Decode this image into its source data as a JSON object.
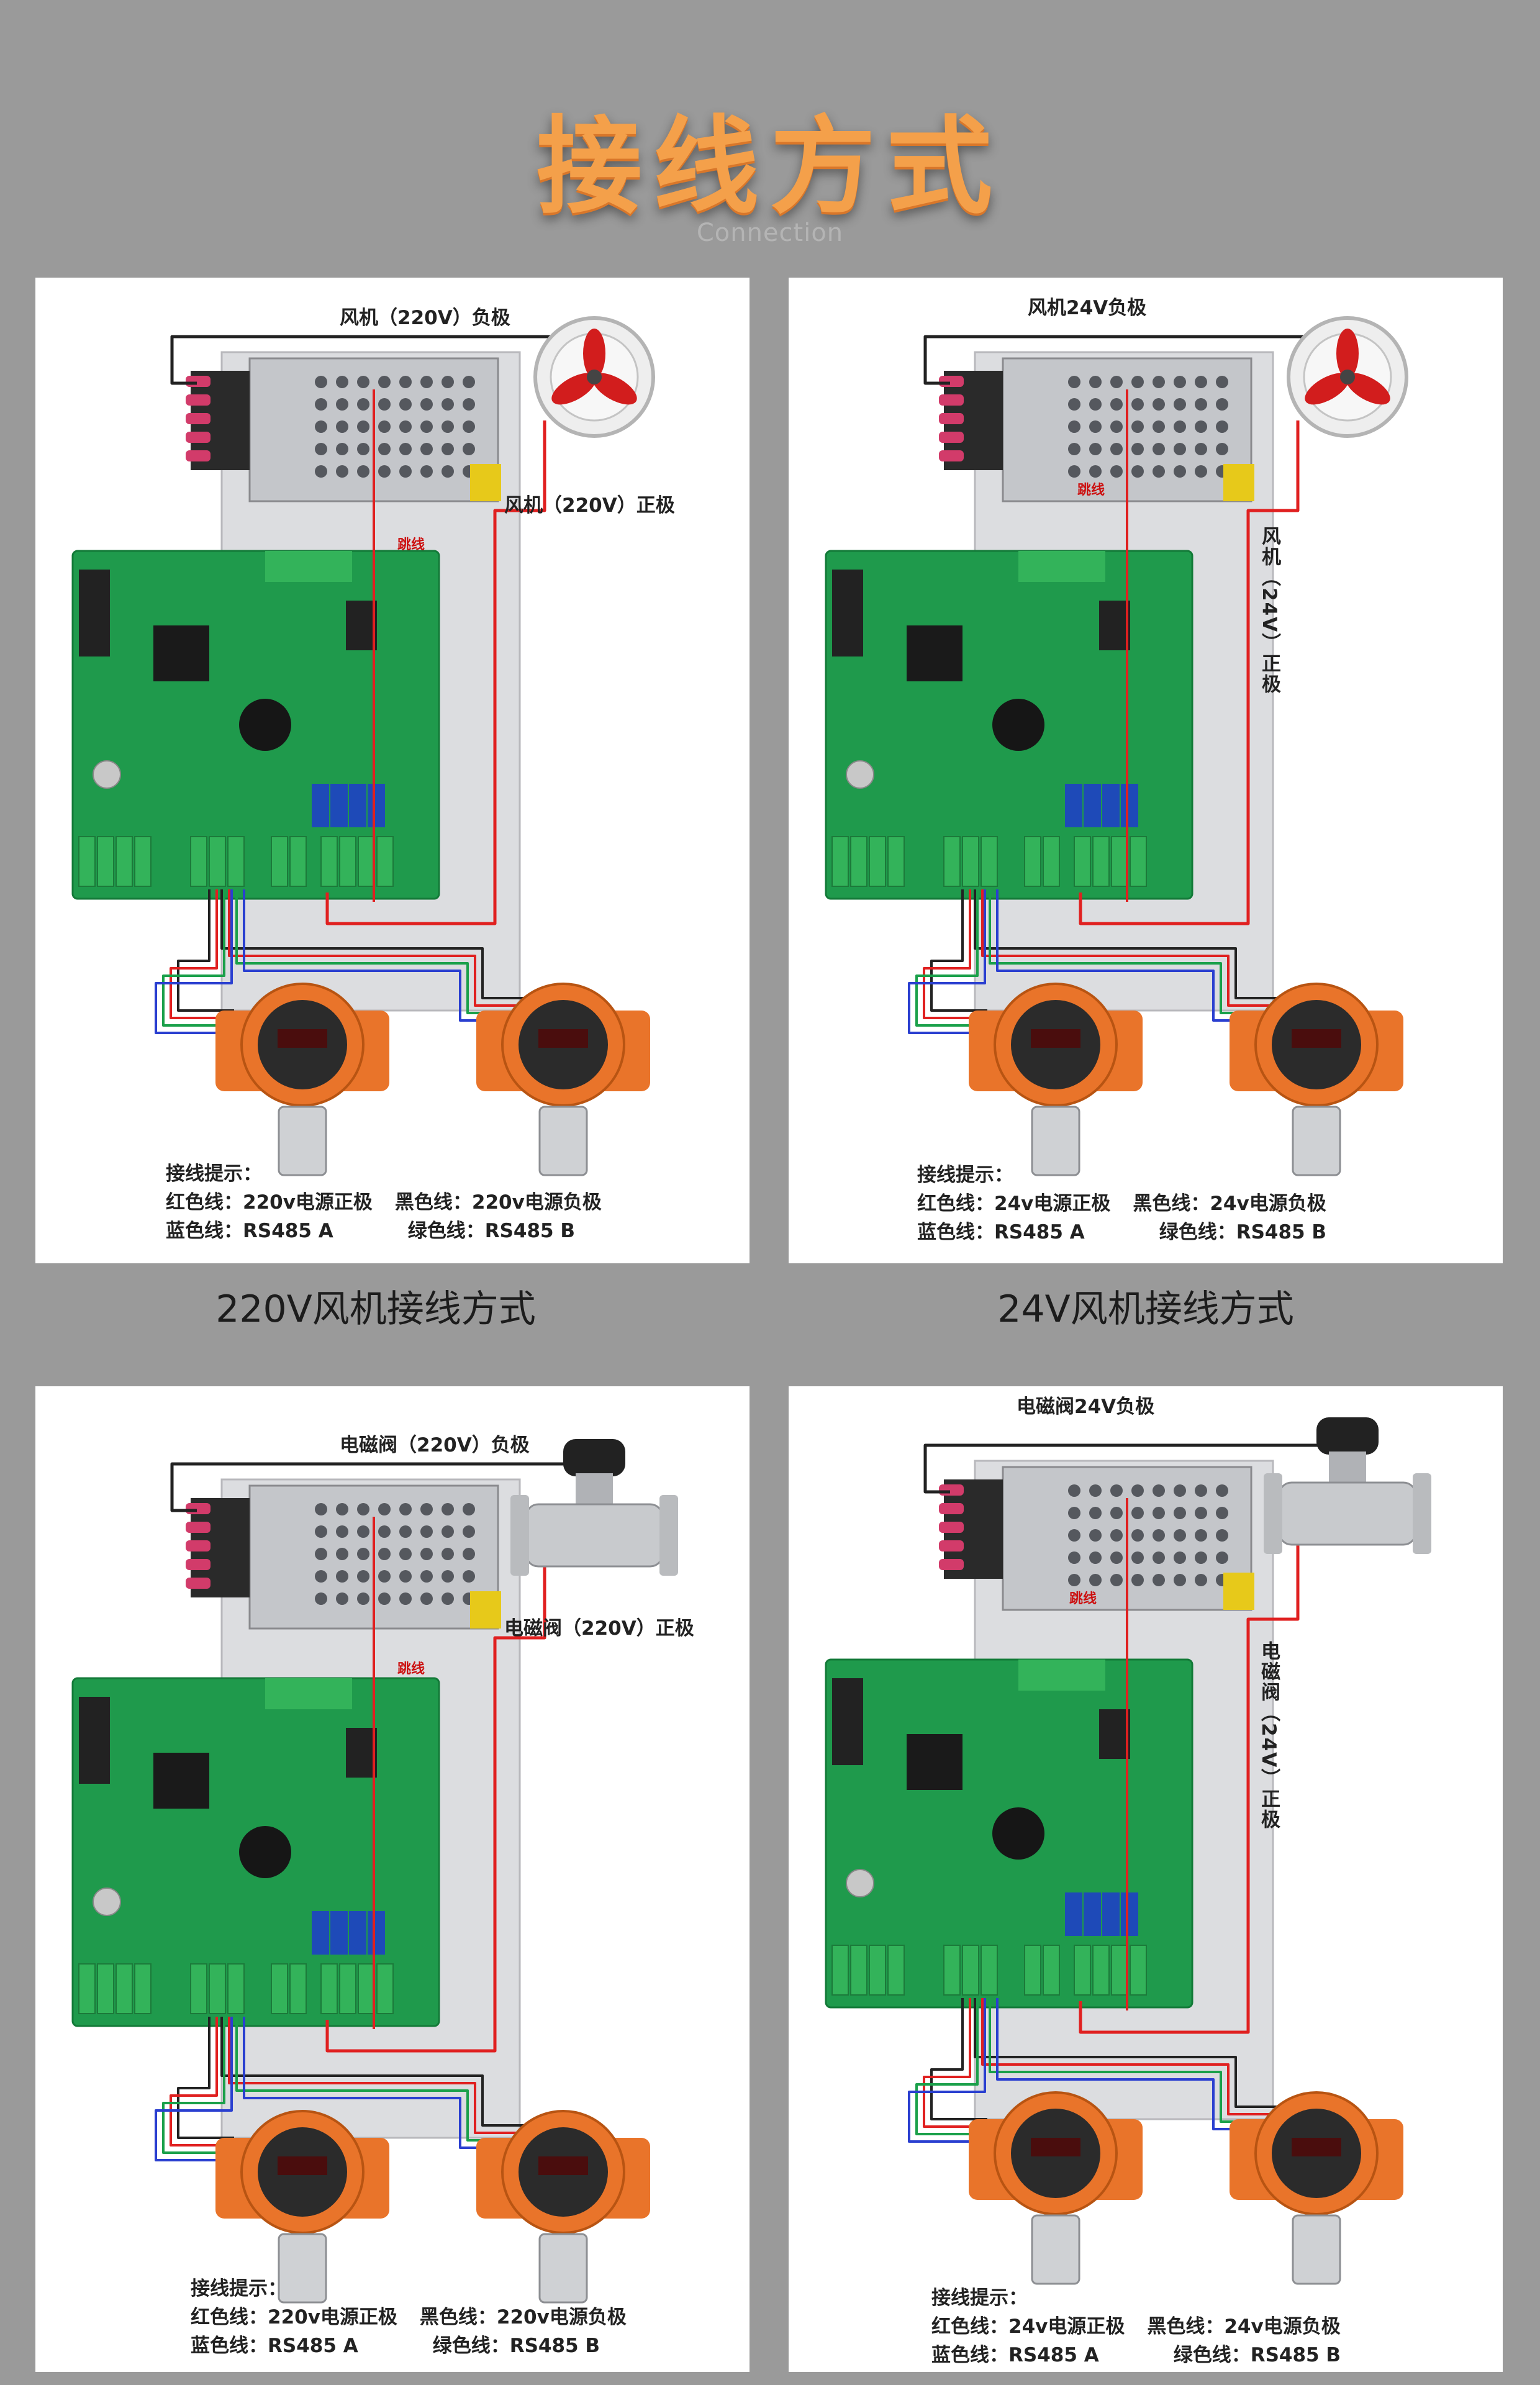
{
  "header": {
    "title": "接线方式",
    "subtitle": "Connection"
  },
  "captions": [
    "220V风机接线方式",
    "24V风机接线方式"
  ],
  "panels": [
    {
      "device": "fan",
      "neg_label": "风机（220V）负极",
      "pos_label": "风机（220V）正极",
      "pos_vertical": false,
      "jumper": "跳线",
      "hint": {
        "title": "接线提示：",
        "red": "红色线：220v电源正极",
        "black": "黑色线：220v电源负极",
        "blue": "蓝色线：RS485 A",
        "green": "绿色线：RS485 B"
      }
    },
    {
      "device": "fan",
      "neg_label": "风机24V负极",
      "pos_label": "风机（24V）正极",
      "pos_vertical": true,
      "jumper": "跳线",
      "hint": {
        "title": "接线提示：",
        "red": "红色线：24v电源正极",
        "black": "黑色线：24v电源负极",
        "blue": "蓝色线：RS485 A",
        "green": "绿色线：RS485 B"
      }
    },
    {
      "device": "valve",
      "neg_label": "电磁阀（220V）负极",
      "pos_label": "电磁阀（220V）正极",
      "pos_vertical": false,
      "jumper": "跳线",
      "hint": {
        "title": "接线提示：",
        "red": "红色线：220v电源正极",
        "black": "黑色线：220v电源负极",
        "blue": "蓝色线：RS485 A",
        "green": "绿色线：RS485 B"
      }
    },
    {
      "device": "valve",
      "neg_label": "电磁阀24V负极",
      "pos_label": "电磁阀（24V）正极",
      "pos_vertical": true,
      "jumper": "跳线",
      "hint": {
        "title": "接线提示：",
        "red": "红色线：24v电源正极",
        "black": "黑色线：24v电源负极",
        "blue": "蓝色线：RS485 A",
        "green": "绿色线：RS485 B"
      }
    }
  ],
  "colors": {
    "background": "#9a9a9a",
    "title_orange": "#f4a04a",
    "wire_red": "#e02020",
    "wire_black": "#222222",
    "wire_blue": "#2a3fd0",
    "wire_green": "#1aa04a",
    "pcb_green": "#1f9a4c",
    "detector_orange": "#e9742a"
  }
}
